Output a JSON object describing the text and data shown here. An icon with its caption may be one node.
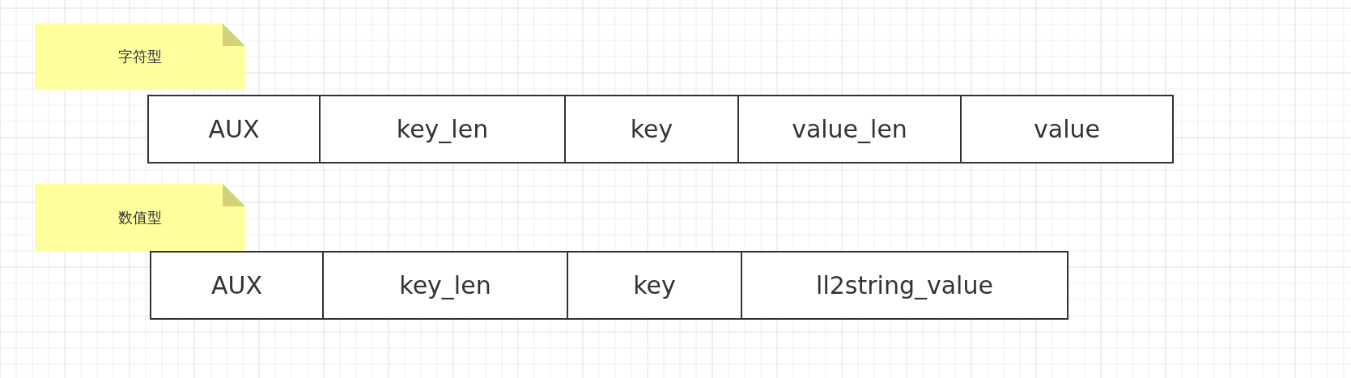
{
  "diagram": {
    "nodes": [
      {
        "text": [
          "字符型"
        ]
      },
      {
        "text": [
          "AUX"
        ]
      },
      {
        "text": [
          "key_len"
        ]
      },
      {
        "text": [
          "key"
        ]
      },
      {
        "text": [
          "value_len"
        ]
      },
      {
        "text": [
          "value"
        ]
      },
      {
        "text": [
          "数值型"
        ]
      },
      {
        "text": [
          "AUX"
        ]
      },
      {
        "text": [
          "key_len"
        ]
      },
      {
        "text": [
          "key"
        ]
      },
      {
        "text": [
          "ll2string_value"
        ]
      }
    ]
  }
}
